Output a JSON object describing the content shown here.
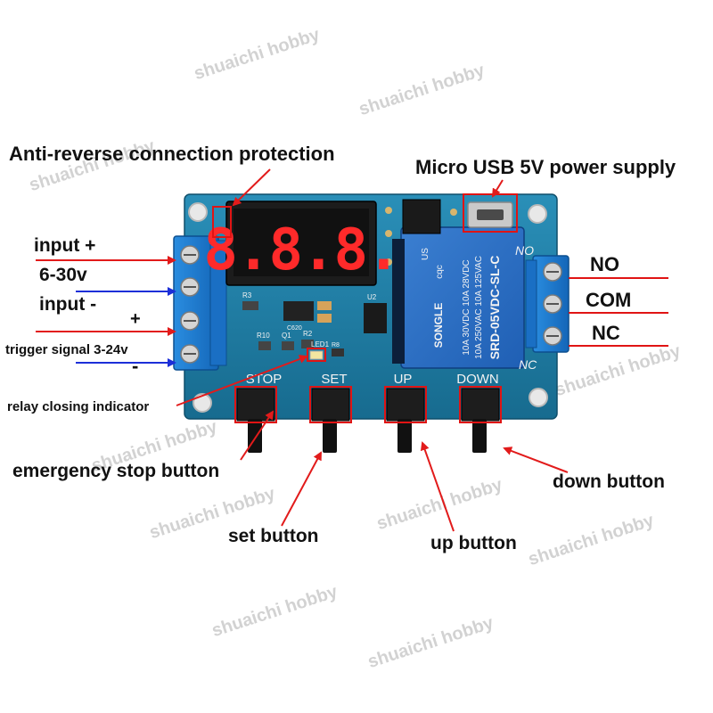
{
  "watermark": "shuaichi hobby",
  "labels": {
    "anti_reverse": "Anti-reverse connection protection",
    "micro_usb": "Micro USB 5V power supply",
    "input_plus": "input  +",
    "voltage_range": "6-30v",
    "input_minus": "input  -",
    "trigger_plus": "+",
    "trigger_signal": "trigger signal 3-24v",
    "trigger_minus": "-",
    "relay_indicator": "relay closing indicator",
    "emergency_stop": "emergency stop button",
    "set_button": "set button",
    "up_button": "up button",
    "down_button": "down button",
    "no": "NO",
    "com": "COM",
    "nc": "NC"
  },
  "board": {
    "btn_stop": "STOP",
    "btn_set": "SET",
    "btn_up": "UP",
    "btn_down": "DOWN",
    "silk_no": "NO",
    "silk_nc": "NC",
    "led_label": "LED1",
    "relay_brand": "SONGLE",
    "relay_model": "SRD-05VDC-SL-C",
    "relay_rating_1": "10A 250VAC 10A 125VAC",
    "relay_rating_2": "10A 30VDC 10A 28VDC",
    "relay_cert": "cqc",
    "relay_us": "US",
    "display_digits": "8.8.8.",
    "r3": "R3",
    "r10": "R10",
    "q1": "Q1",
    "r2": "R2",
    "r8": "R8",
    "c620": "C620",
    "u2": "U2"
  },
  "colors": {
    "pcb": "#1f7fa6",
    "terminal": "#1e7fd6",
    "arrow_red": "#e21b1b",
    "arrow_blue": "#1c2fd8",
    "highlight_box": "#e01414"
  }
}
